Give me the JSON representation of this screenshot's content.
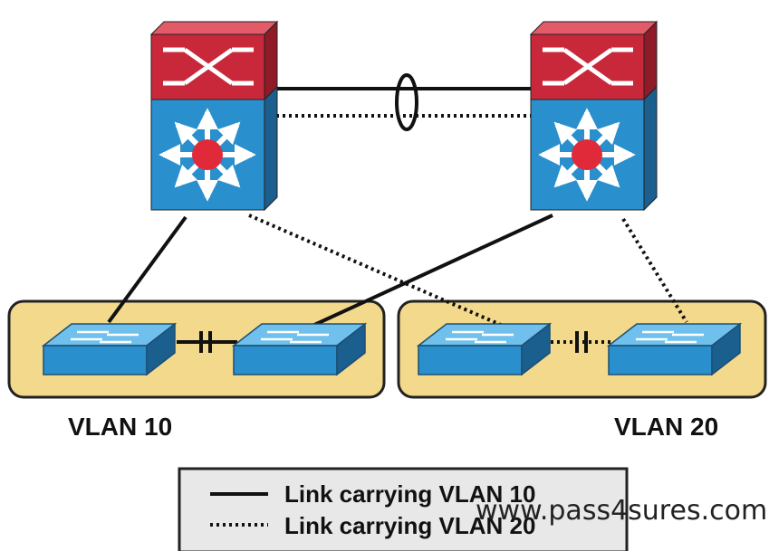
{
  "vlans": [
    {
      "label": "VLAN 10"
    },
    {
      "label": "VLAN 20"
    }
  ],
  "legend": {
    "solid_label": "Link carrying VLAN 10",
    "dotted_label": "Link carrying VLAN 20"
  },
  "watermark": "www.pass4sures.com",
  "devices": {
    "distribution_switches": [
      "multilayer-switch-left",
      "multilayer-switch-right"
    ],
    "access_switches": [
      "access-switch-1",
      "access-switch-2",
      "access-switch-3",
      "access-switch-4"
    ]
  },
  "links": [
    {
      "type": "solid",
      "meaning": "VLAN 10"
    },
    {
      "type": "dotted",
      "meaning": "VLAN 20"
    }
  ],
  "colors": {
    "router_red": "#c8283a",
    "switch_blue": "#2a8fcd",
    "vlan_area": "#f3d98c",
    "legend_bg": "#e8e8e8"
  }
}
